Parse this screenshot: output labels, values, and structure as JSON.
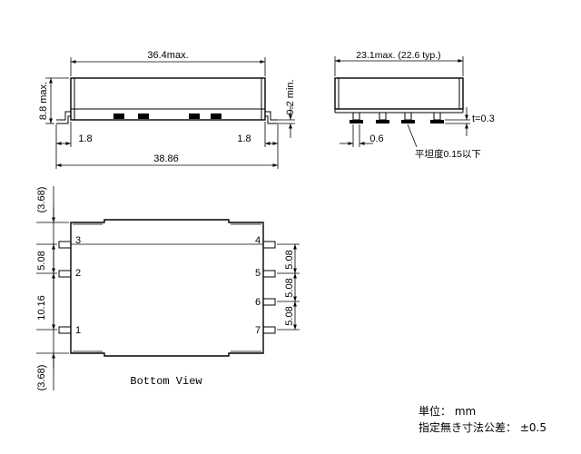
{
  "front_view": {
    "overall_length": "36.4max.",
    "height": "8.8 max.",
    "standoff": "0.2 min.",
    "lead_left": "1.8",
    "lead_right": "1.8",
    "pitch_total": "38.86"
  },
  "side_view": {
    "width": "23.1max. (22.6 typ.)",
    "lead_width": "0.6",
    "lead_thickness": "t=0.3",
    "coplanarity": "平坦度0.15以下"
  },
  "bottom_view": {
    "top_offset": "(3.68)",
    "bottom_offset": "(3.68)",
    "left_pitch_upper": "5.08",
    "left_pitch_lower": "10.16",
    "right_pitch_1": "5.08",
    "right_pitch_2": "5.08",
    "right_pitch_3": "5.08",
    "pins": {
      "p1": "1",
      "p2": "2",
      "p3": "3",
      "p4": "4",
      "p5": "5",
      "p6": "6",
      "p7": "7"
    },
    "caption": "Bottom View"
  },
  "notes": {
    "unit": "単位：  mm",
    "tolerance": "指定無き寸法公差：  ±0.5"
  }
}
